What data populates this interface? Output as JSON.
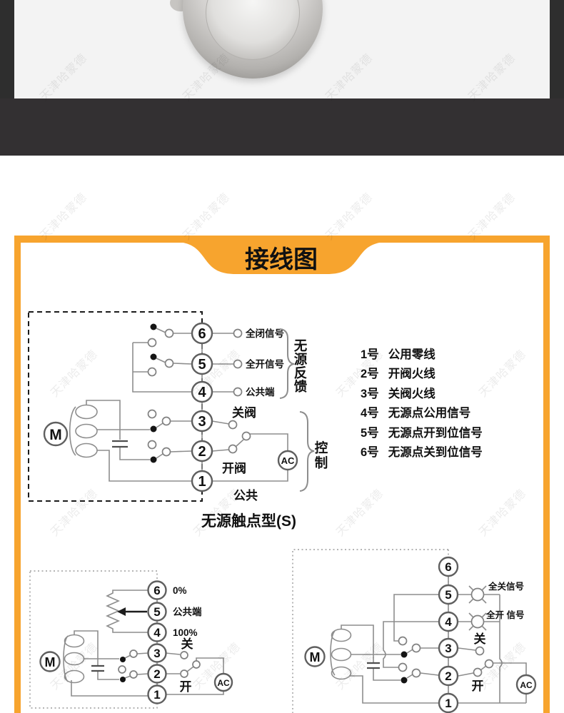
{
  "page": {
    "watermark_text": "天津哈蒙德"
  },
  "colors": {
    "accent_orange": "#f7a42e",
    "dark_band": "#333032",
    "photo_bg": "#f3f3f3",
    "page_margin_dark": "#2e2e2e"
  },
  "banner": {
    "title": "接线图"
  },
  "main_diagram": {
    "terminals": [
      "6",
      "5",
      "4",
      "3",
      "2",
      "1"
    ],
    "motor_label": "M",
    "ac_label": "AC",
    "label_t6": "全闭信号",
    "label_t5": "全开信号",
    "label_t4": "公共端",
    "label_t3": "关阀",
    "label_t2": "开阀",
    "label_t1": "公共",
    "feedback_group": "无源反馈",
    "control_group": "控制",
    "caption": "无源触点型(S)"
  },
  "terminal_list": [
    {
      "num": "1号",
      "desc": "公用零线"
    },
    {
      "num": "2号",
      "desc": "开阀火线"
    },
    {
      "num": "3号",
      "desc": "关阀火线"
    },
    {
      "num": "4号",
      "desc": "无源点公用信号"
    },
    {
      "num": "5号",
      "desc": "无源点开到位信号"
    },
    {
      "num": "6号",
      "desc": "无源点关到位信号"
    }
  ],
  "pot_diagram": {
    "terminals": [
      "6",
      "5",
      "4",
      "3",
      "2",
      "1"
    ],
    "motor_label": "M",
    "ac_label": "AC",
    "label_t6": "0%",
    "label_t5": "公共端",
    "label_t4": "100%",
    "label_t3": "关",
    "label_t2": "开"
  },
  "lamp_diagram": {
    "terminals": [
      "6",
      "5",
      "4",
      "3",
      "2",
      "1"
    ],
    "motor_label": "M",
    "ac_label": "AC",
    "label_t5": "全关信号",
    "label_t4": "全开 信号",
    "label_t3": "关",
    "label_t2": "开"
  }
}
